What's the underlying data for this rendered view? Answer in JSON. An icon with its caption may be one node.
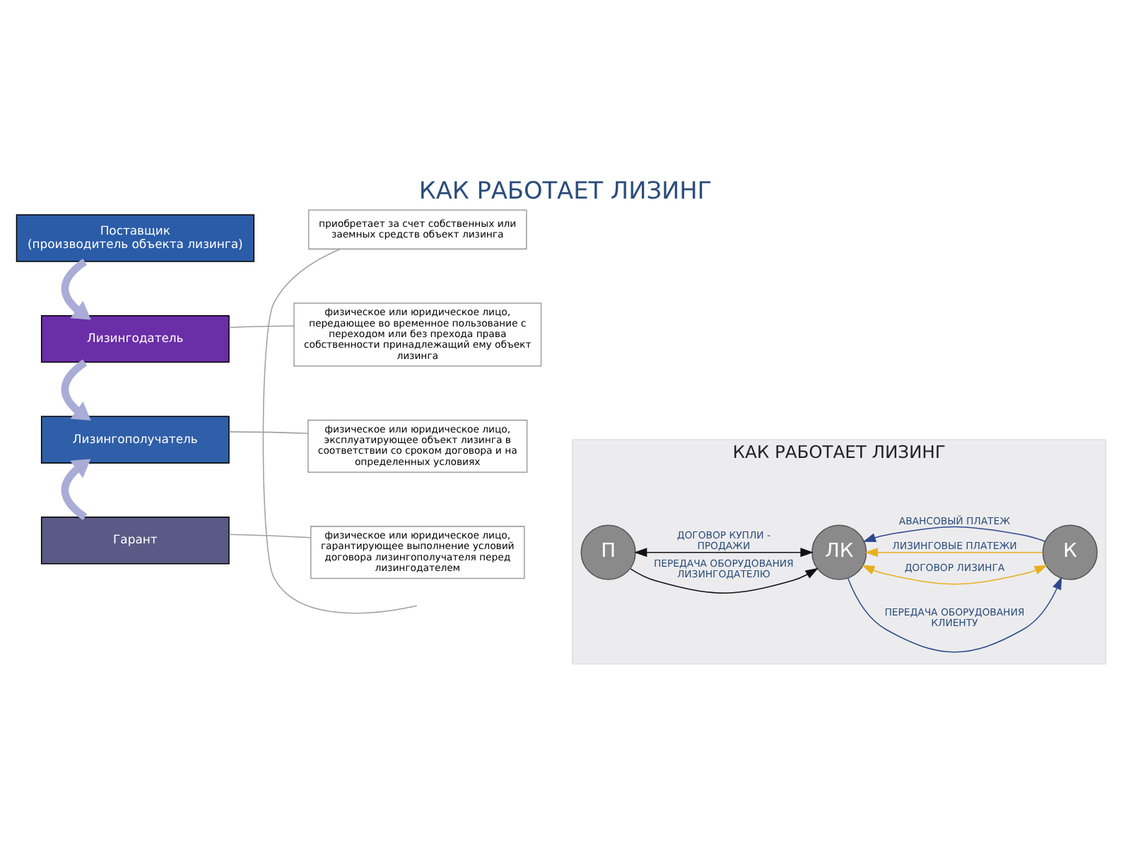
{
  "diagram": {
    "title": "КАК РАБОТАЕТ ЛИЗИНГ",
    "nodes": [
      {
        "text": [
          "Поставщик",
          "(производитель объекта лизинга)"
        ]
      },
      {
        "text": [
          "приобретает за счет собственных или заемных средств объект лизинга"
        ]
      },
      {
        "text": [
          "Лизингодатель"
        ]
      },
      {
        "text": [
          "физическое или юридическое лицо, передающее во временное пользование с переходом или без прехода права собственности принадлежащий ему объект лизинга"
        ]
      },
      {
        "text": [
          "Лизингополучатель"
        ]
      },
      {
        "text": [
          "физическое или юридическое лицо, эксплуатирующее объект лизинга в соответствии со сроком договора и на определенных условиях"
        ]
      },
      {
        "text": [
          "Гарант"
        ]
      },
      {
        "text": [
          "физическое или юридическое лицо, гарантирующее выполнение условий договора лизингополучателя перед лизингодателем"
        ]
      },
      {
        "text": [
          "КАК РАБОТАЕТ ЛИЗИНГ"
        ]
      },
      {
        "text": [
          "П"
        ],
        "in": 8
      },
      {
        "text": [
          "ЛК"
        ],
        "in": 8
      },
      {
        "text": [
          "К"
        ],
        "in": 8
      }
    ],
    "edges": [
      {
        "from": 0,
        "to": 2,
        "arrow": "to",
        "style": "thick",
        "color": "#a9acd6"
      },
      {
        "from": 2,
        "to": 4,
        "arrow": "to",
        "style": "thick",
        "color": "#a9acd6"
      },
      {
        "from": 6,
        "to": 4,
        "arrow": "to",
        "style": "thick",
        "color": "#a9acd6"
      },
      {
        "from": 1,
        "to": null,
        "arrow": "none",
        "color": "#a0a0a0"
      },
      {
        "from": 3,
        "to": 2,
        "arrow": "none",
        "color": "#a0a0a0"
      },
      {
        "from": 5,
        "to": 4,
        "arrow": "none",
        "color": "#a0a0a0"
      },
      {
        "from": 7,
        "to": 6,
        "arrow": "none",
        "color": "#a0a0a0"
      },
      {
        "from": 9,
        "to": 10,
        "arrow": "to",
        "label": "ПЕРЕДАЧА ОБОРУДОВАНИЯ ЛИЗИНГОДАТЕЛЮ",
        "color": "#111111"
      },
      {
        "from": 9,
        "to": 10,
        "arrow": "both",
        "label": "ДОГОВОР КУПЛИ - ПРОДАЖИ",
        "color": "#111111"
      },
      {
        "from": 10,
        "to": 11,
        "arrow": "to",
        "label": "ПЕРЕДАЧА ОБОРУДОВАНИЯ КЛИЕНТУ",
        "color": "#2e4a8c"
      },
      {
        "from": 10,
        "to": 11,
        "arrow": "both",
        "label": "ДОГОВОР ЛИЗИНГА",
        "color": "#e8b020"
      },
      {
        "from": 11,
        "to": 10,
        "arrow": "to",
        "label": "ЛИЗИНГОВЫЕ ПЛАТЕЖИ",
        "color": "#e8b020"
      },
      {
        "from": 11,
        "to": 10,
        "arrow": "to",
        "label": "АВАНСОВЫЙ ПЛАТЕЖ",
        "color": "#2e4a8c"
      }
    ]
  }
}
